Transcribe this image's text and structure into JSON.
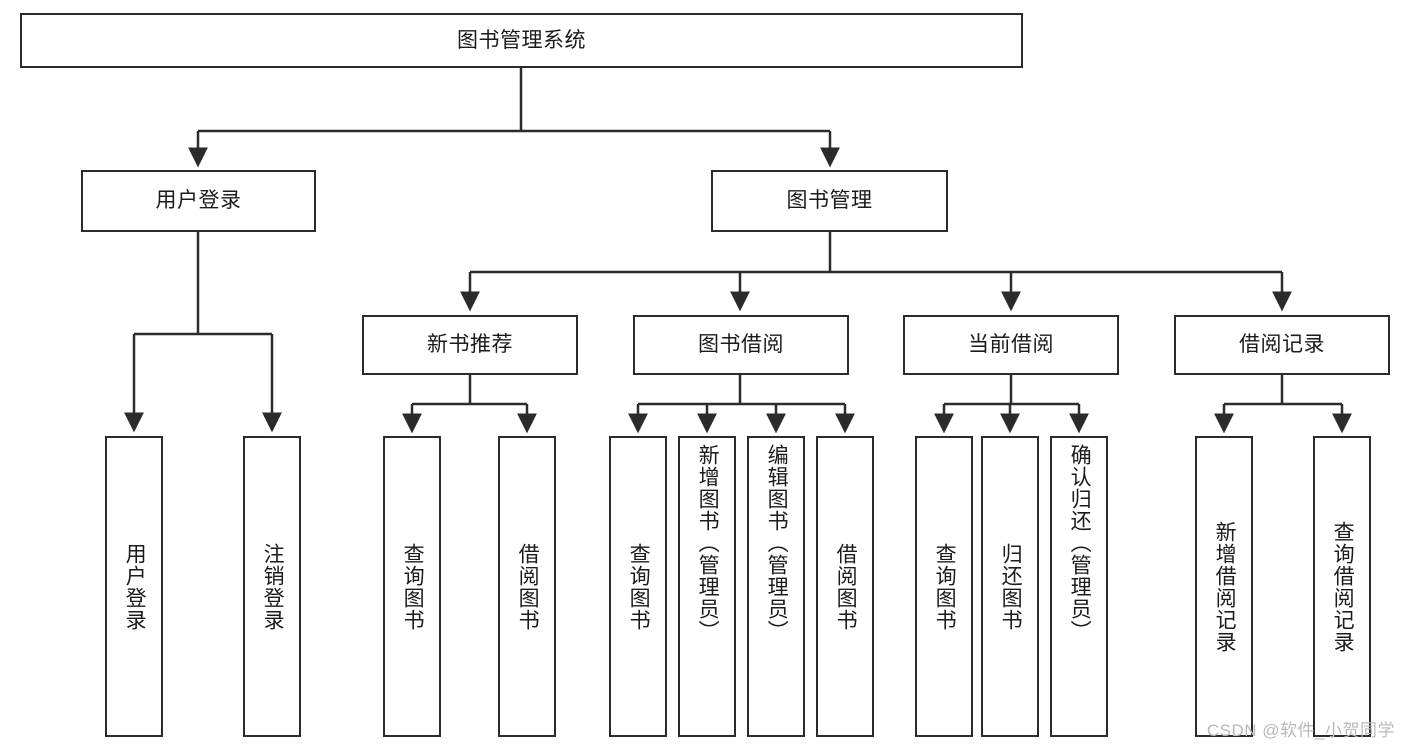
{
  "diagram": {
    "title": "图书管理系统",
    "type": "tree",
    "orientation": "top-down",
    "line_color": "#2b2b2b",
    "box_fill": "#ffffff",
    "text_color": "#1b1b1b",
    "watermark": "CSDN @软件_小贺同学"
  },
  "nodes": {
    "root": {
      "label": "图书管理系统"
    },
    "level2": [
      {
        "label": "用户登录"
      },
      {
        "label": "图书管理"
      }
    ],
    "level3": [
      {
        "label": "新书推荐"
      },
      {
        "label": "图书借阅"
      },
      {
        "label": "当前借阅"
      },
      {
        "label": "借阅记录"
      }
    ],
    "login_children": [
      {
        "label": "用户登录"
      },
      {
        "label": "注销登录"
      }
    ],
    "recommend_children": [
      {
        "label": "查询图书"
      },
      {
        "label": "借阅图书"
      }
    ],
    "borrow_children": [
      {
        "label": "查询图书"
      },
      {
        "label": "新增图书（管理员）"
      },
      {
        "label": "编辑图书（管理员）"
      },
      {
        "label": "借阅图书"
      }
    ],
    "current_children": [
      {
        "label": "查询图书"
      },
      {
        "label": "归还图书"
      },
      {
        "label": "确认归还（管理员）"
      }
    ],
    "record_children": [
      {
        "label": "新增借阅记录"
      },
      {
        "label": "查询借阅记录"
      }
    ]
  }
}
